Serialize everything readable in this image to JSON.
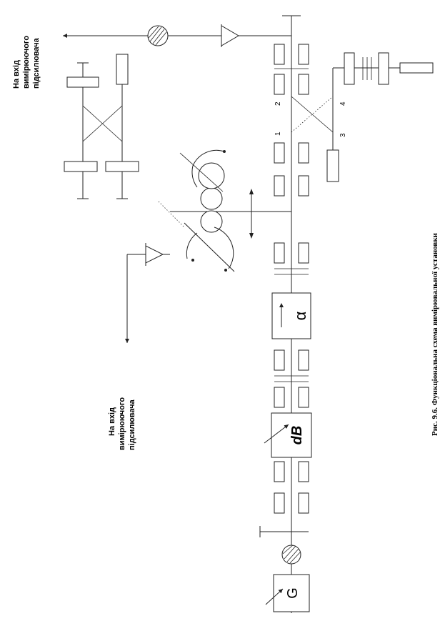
{
  "caption": "Рис. 9.6. Функціональна схема вимірювальної установки",
  "labels": {
    "top_amp": [
      "На вхід",
      "вимірюючого",
      "підсилювача"
    ],
    "mid_amp": [
      "На вхід",
      "вимірюючого",
      "підсилювача"
    ]
  },
  "blocks": {
    "generator": "G",
    "attenuator": "dB",
    "phase_shifter": "α"
  },
  "coupler_ports": [
    "1",
    "2",
    "3",
    "4"
  ]
}
